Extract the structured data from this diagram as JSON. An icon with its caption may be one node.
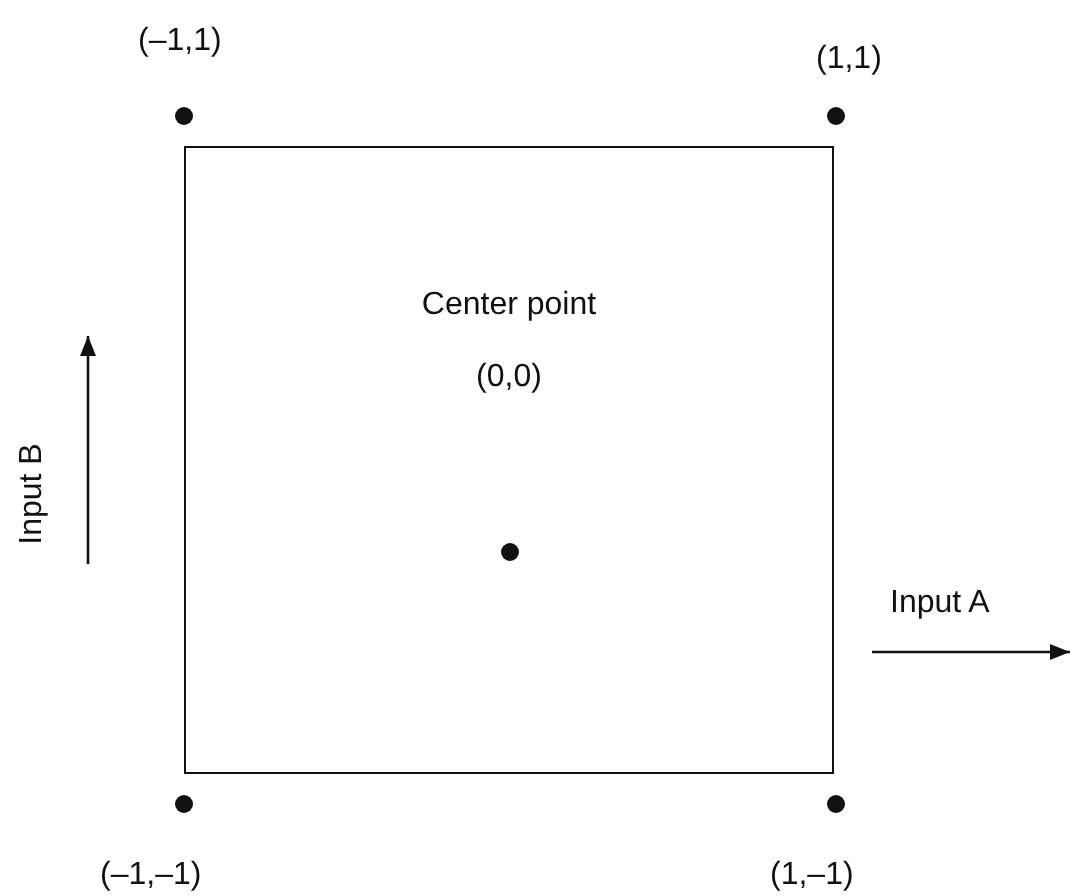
{
  "diagram": {
    "nodes": [
      {
        "text": [
          "Center point",
          "(0,0)"
        ]
      }
    ],
    "edges": [],
    "labels": [
      "(–1,1)",
      "(1,1)",
      "Input B",
      "Input A",
      "(–1,–1)",
      "(1,–1)"
    ]
  }
}
